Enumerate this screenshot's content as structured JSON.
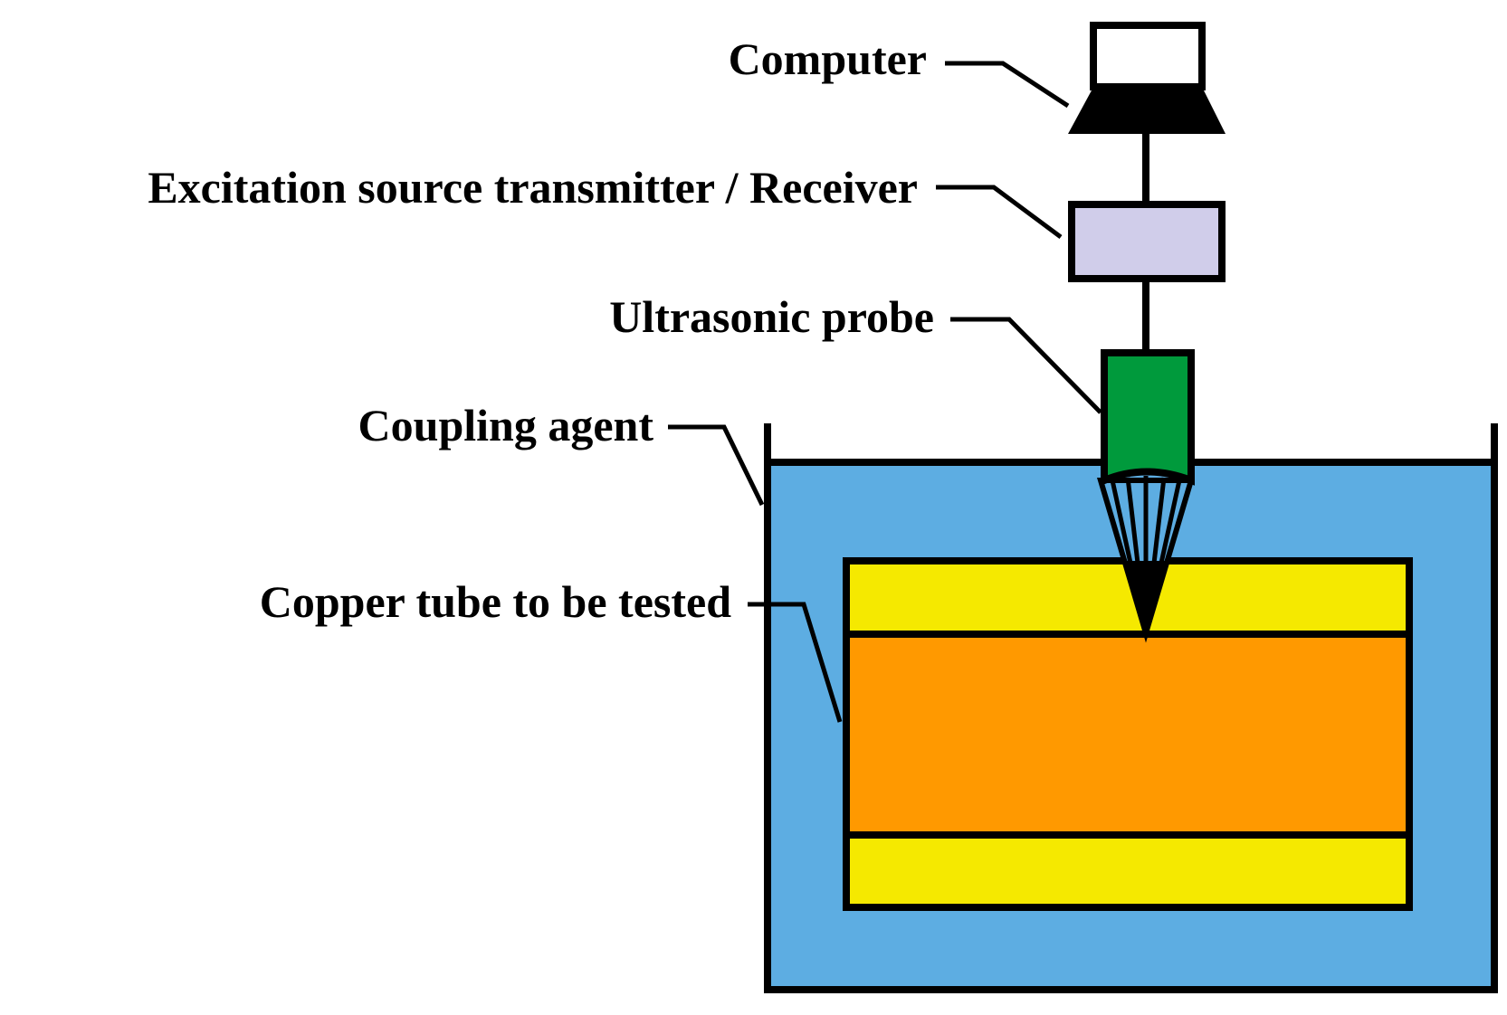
{
  "labels": {
    "computer": "Computer",
    "transceiver": "Excitation source transmitter / Receiver",
    "probe": "Ultrasonic probe",
    "coupling": "Coupling agent",
    "tube": "Copper tube to be tested"
  },
  "colors": {
    "coupling_agent": "#5DADE2",
    "tube_wall": "#F5E900",
    "tube_core": "#FF9900",
    "transceiver_box": "#D0CDEA",
    "probe_body": "#009A3C",
    "outline": "#000000"
  },
  "icons": {
    "computer": "laptop-icon"
  }
}
